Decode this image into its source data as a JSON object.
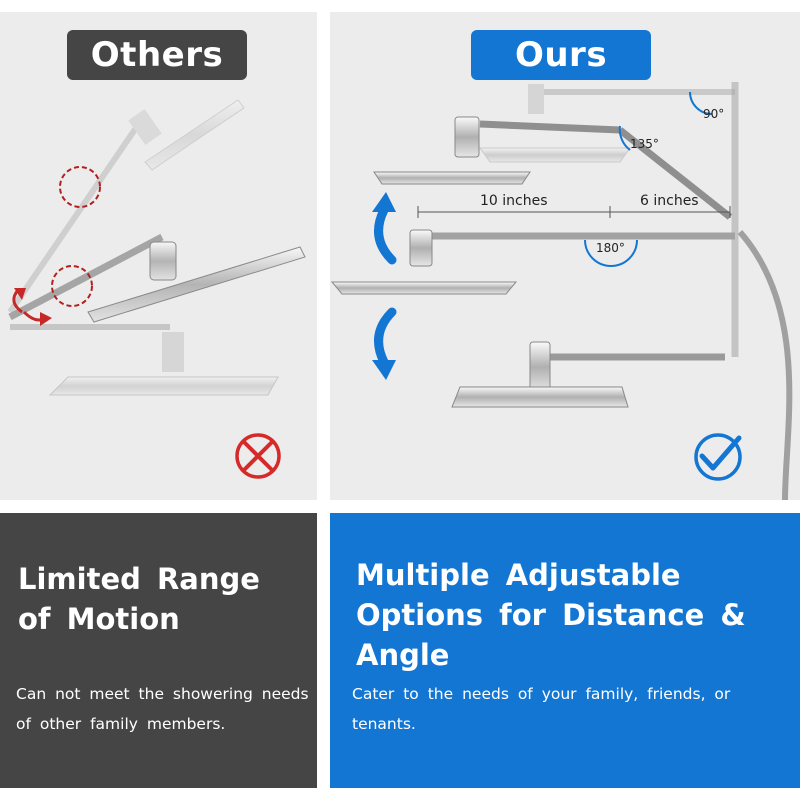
{
  "left": {
    "badge": "Others",
    "heading": "Limited Range of Motion",
    "description": "Can not meet the showering needs of other family members.",
    "status_icon": "red-x-icon"
  },
  "right": {
    "badge": "Ours",
    "heading": "Multiple Adjustable Options for Distance & Angle",
    "description": "Cater to the needs of your family, friends, or tenants.",
    "status_icon": "blue-check-icon",
    "measurements": {
      "distance_1": "10 inches",
      "distance_2": "6 inches",
      "angle_1": "90°",
      "angle_2": "135°",
      "angle_3": "180°"
    }
  },
  "colors": {
    "accent_blue": "#1476d3",
    "dark_gray": "#454545",
    "light_gray": "#ececec",
    "error_red": "#d62a2a"
  }
}
